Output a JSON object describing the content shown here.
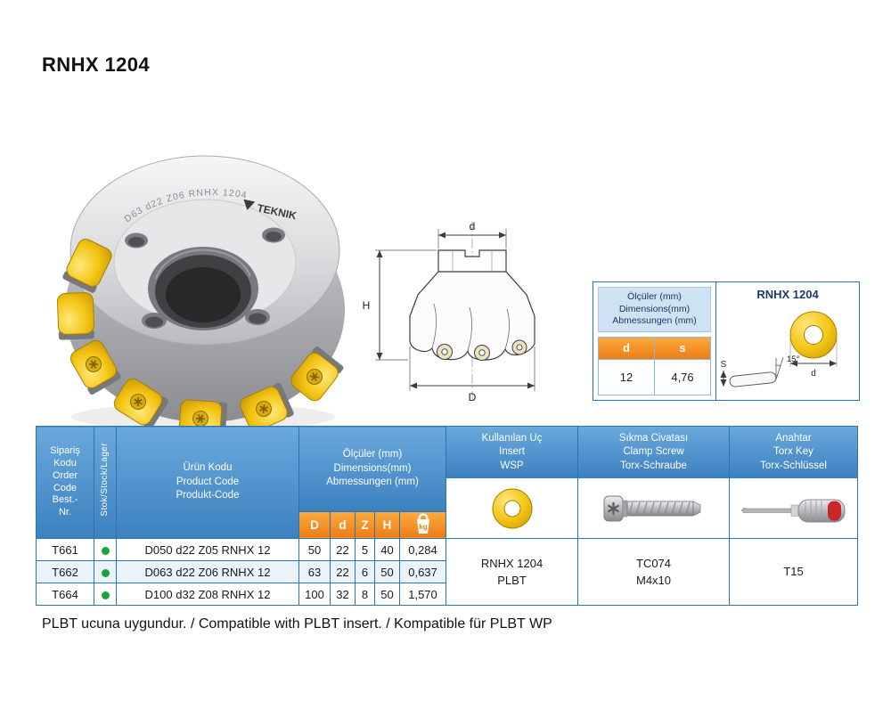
{
  "page": {
    "title": "RNHX 1204",
    "footer": "PLBT ucuna uygundur. / Compatible with PLBT insert. / Kompatible für PLBT WP"
  },
  "photo": {
    "engraving": "D63 d22 Z06 RNHX 1204",
    "brand": "TEKNIK"
  },
  "drawing": {
    "d_label": "d",
    "h_label": "H",
    "D_label": "D"
  },
  "spec_box": {
    "header": "Ölçüler (mm)\nDimensions(mm)\nAbmessungen (mm)",
    "cols": [
      {
        "label": "d",
        "value": "12"
      },
      {
        "label": "s",
        "value": "4,76"
      }
    ],
    "insert_title": "RNHX 1204",
    "angle": "15°",
    "s_dim": "S",
    "d_dim": "d"
  },
  "table": {
    "header": {
      "order_code": "Sipariş\nKodu\nOrder\nCode\nBest.-\nNr.",
      "stock": "Stok/Stock/Lager",
      "product_code": "Ürün Kodu\nProduct Code\nProdukt-Code",
      "dimensions": "Ölçüler (mm)\nDimensions(mm)\nAbmessungen (mm)",
      "sub": [
        "D",
        "d",
        "Z",
        "H"
      ],
      "weight_unit": "kg",
      "insert": "Kullanılan Uç\nInsert\nWSP",
      "clamp_screw": "Sıkma Civatası\nClamp Screw\nTorx-Schraube",
      "torx_key": "Anahtar\nTorx Key\nTorx-Schlüssel"
    },
    "rows": [
      {
        "code": "T661",
        "product": "D050 d22 Z05 RNHX 12",
        "D": "50",
        "d": "22",
        "Z": "5",
        "H": "40",
        "kg": "0,284"
      },
      {
        "code": "T662",
        "product": "D063 d22 Z06 RNHX 12",
        "D": "63",
        "d": "22",
        "Z": "6",
        "H": "50",
        "kg": "0,637"
      },
      {
        "code": "T664",
        "product": "D100 d32 Z08 RNHX 12",
        "D": "100",
        "d": "32",
        "Z": "8",
        "H": "50",
        "kg": "1,570"
      }
    ],
    "insert_value": "RNHX 1204\nPLBT",
    "screw_value": "TC074\nM4x10",
    "key_value": "T15"
  }
}
